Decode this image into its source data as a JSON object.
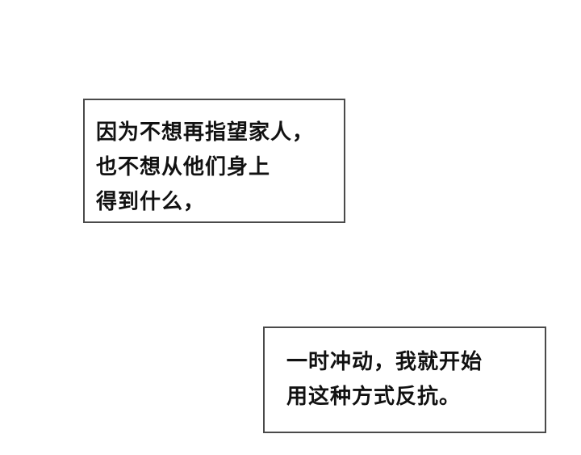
{
  "captions": [
    {
      "lines": [
        "因为不想再指望家人，",
        "也不想从他们身上",
        "得到什么，"
      ]
    },
    {
      "lines": [
        "一时冲动，我就开始",
        "用这种方式反抗。"
      ]
    }
  ]
}
